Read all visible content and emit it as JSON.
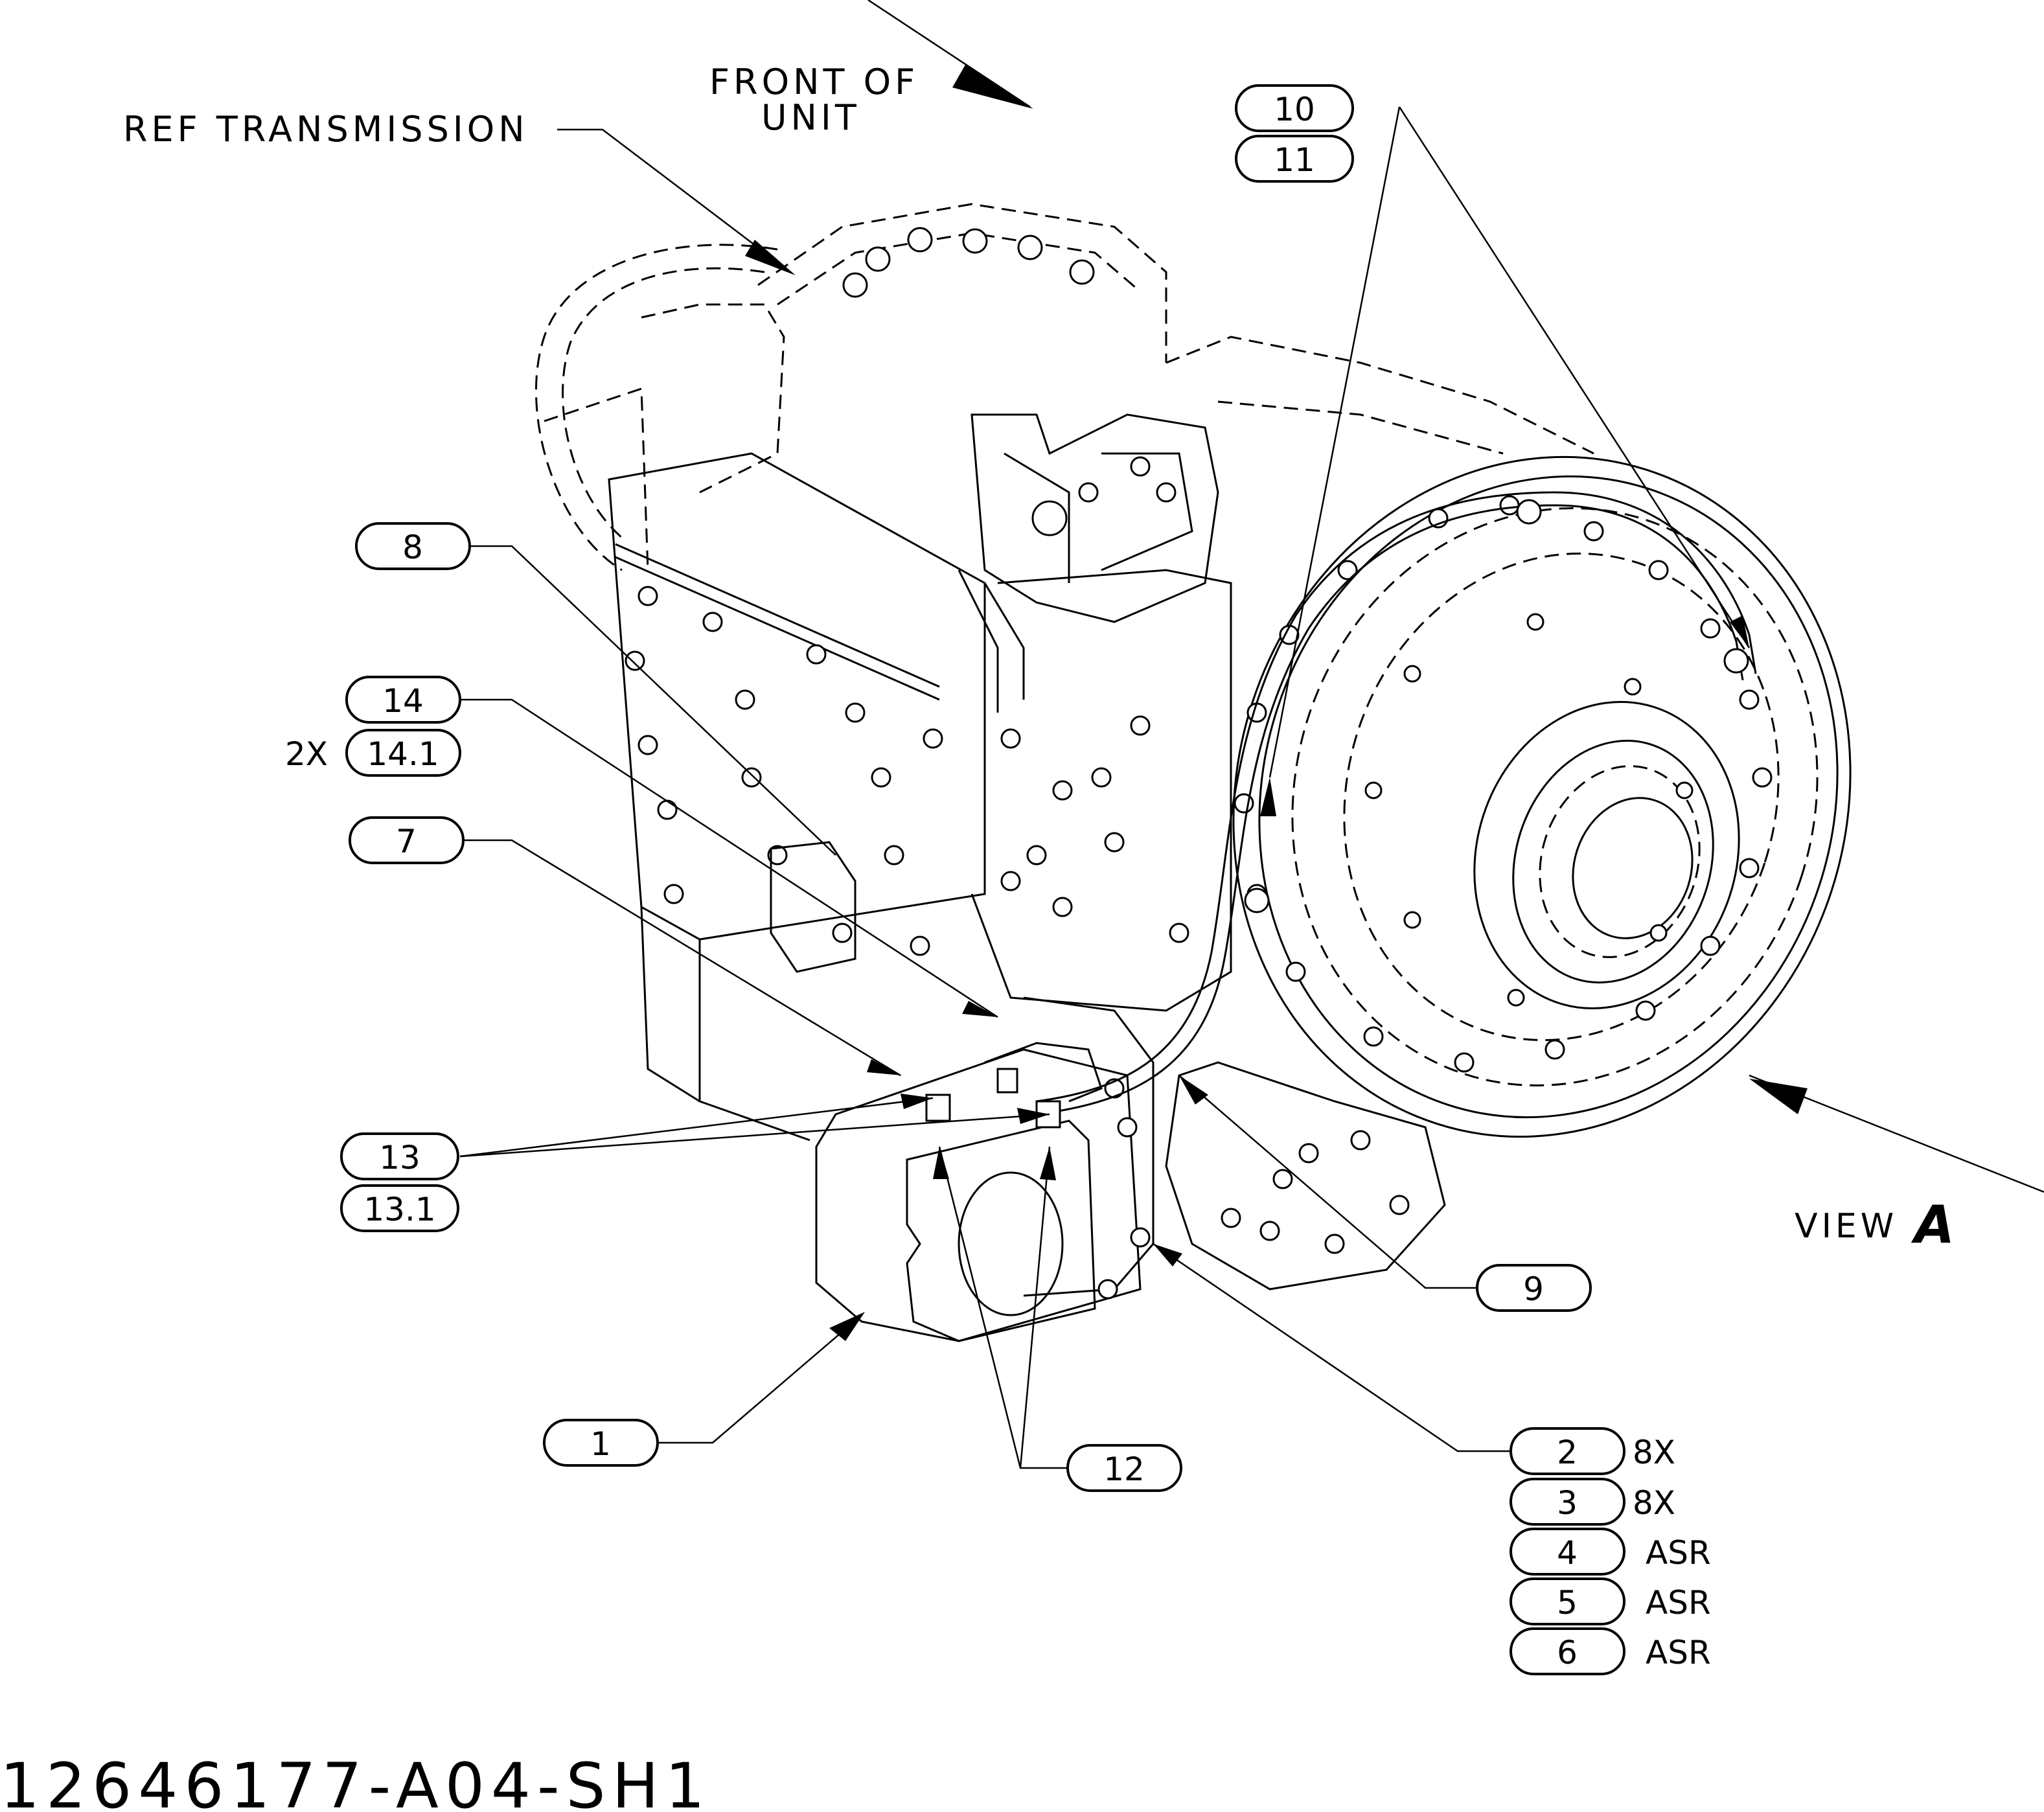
{
  "drawing_number": "12646177-A04-SH1",
  "labels": {
    "ref_transmission": "REF TRANSMISSION",
    "front_line1": "FRONT OF",
    "front_line2": "UNIT",
    "view_text": "VIEW",
    "view_letter": "A"
  },
  "callouts": {
    "c1": "1",
    "c2": "2",
    "c3": "3",
    "c4": "4",
    "c5": "5",
    "c6": "6",
    "c7": "7",
    "c8": "8",
    "c9": "9",
    "c10": "10",
    "c11": "11",
    "c12": "12",
    "c13": "13",
    "c13_1": "13.1",
    "c14": "14",
    "c14_1": "14.1"
  },
  "qualifiers": {
    "q2": "8X",
    "q3": "8X",
    "q4": "ASR",
    "q5": "ASR",
    "q6": "ASR",
    "q14_1": "2X"
  }
}
